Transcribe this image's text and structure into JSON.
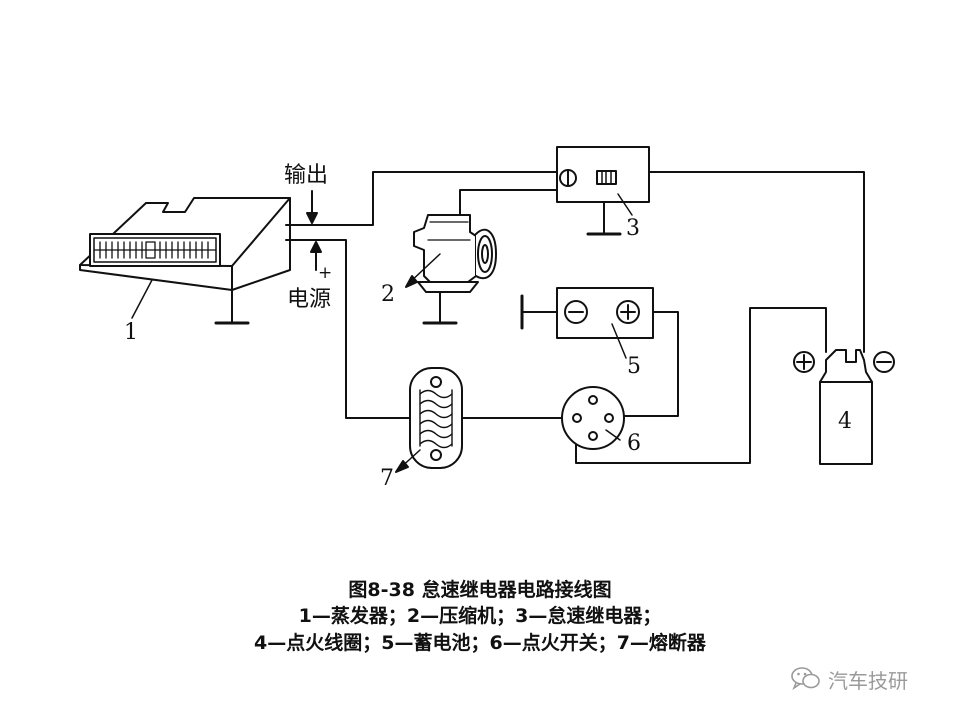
{
  "labels": {
    "output": "输出",
    "power": "电源",
    "plus": "+",
    "n1": "1",
    "n2": "2",
    "n3": "3",
    "n4": "4",
    "n5": "5",
    "n6": "6",
    "n7": "7"
  },
  "caption": {
    "line1": "图8-38  怠速继电器电路接线图",
    "line2": "1—蒸发器；2—压缩机；3—怠速继电器；",
    "line3": "4—点火线圈；5—蓄电池；6—点火开关；7—熔断器"
  },
  "watermark": {
    "text": "汽车技研",
    "icon": "wechat-icon"
  }
}
